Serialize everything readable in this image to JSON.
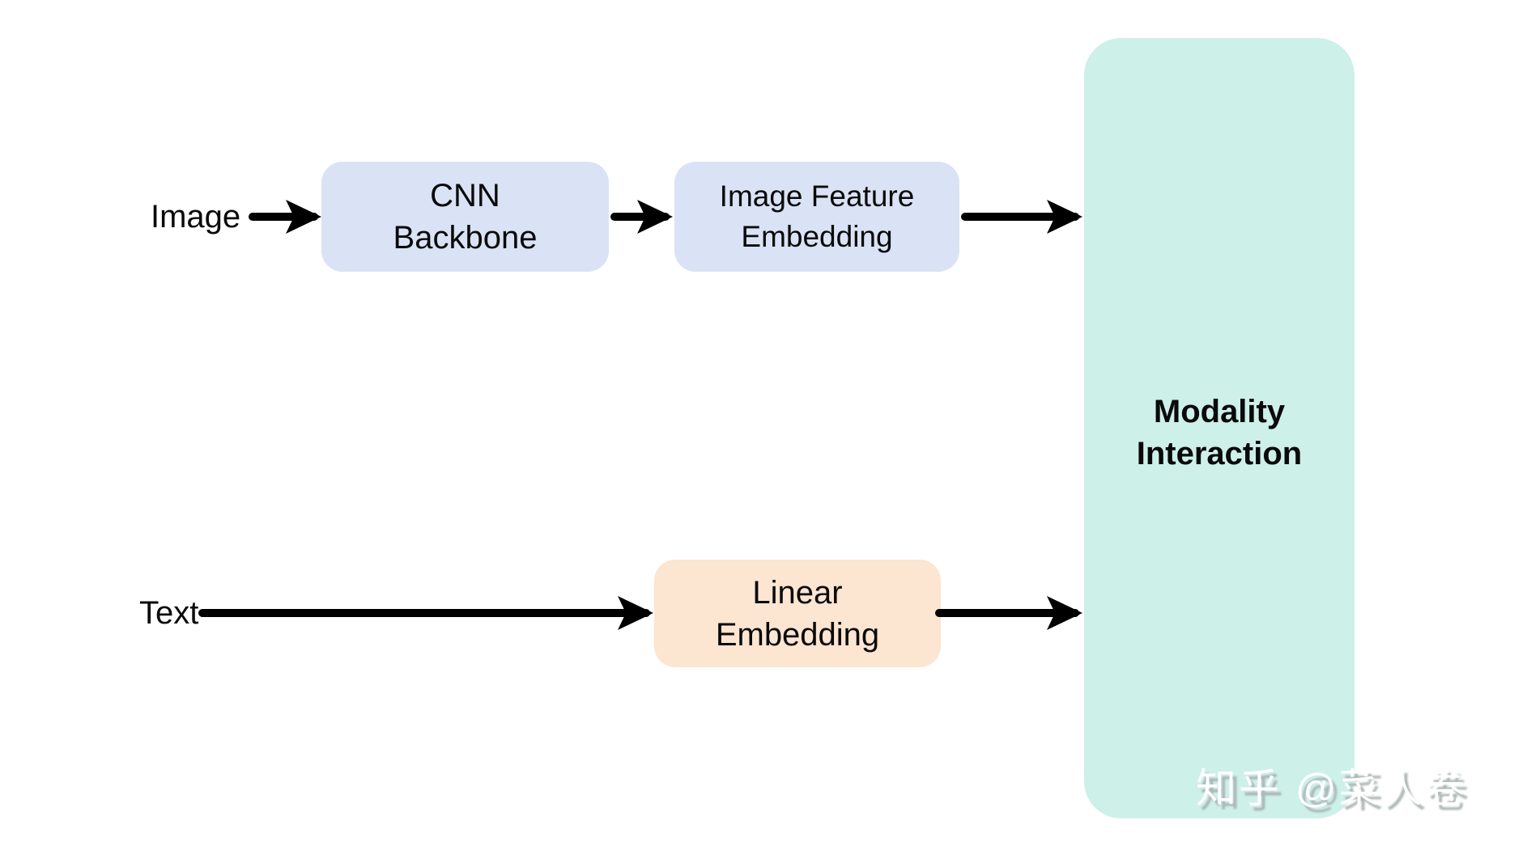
{
  "diagram": {
    "inputs": {
      "image": "Image",
      "text": "Text"
    },
    "nodes": {
      "cnn_backbone": "CNN\nBackbone",
      "image_feature_embedding": "Image Feature\nEmbedding",
      "linear_embedding": "Linear\nEmbedding",
      "modality_interaction": "Modality\nInteraction"
    },
    "colors": {
      "background": "#ffffff",
      "node_blue": "#dae3f5",
      "node_peach": "#fce5d1",
      "node_teal": "#cdf0e9",
      "arrow": "#000000",
      "text": "#0a0a0a"
    },
    "watermark": "知乎 @菜人卷"
  }
}
